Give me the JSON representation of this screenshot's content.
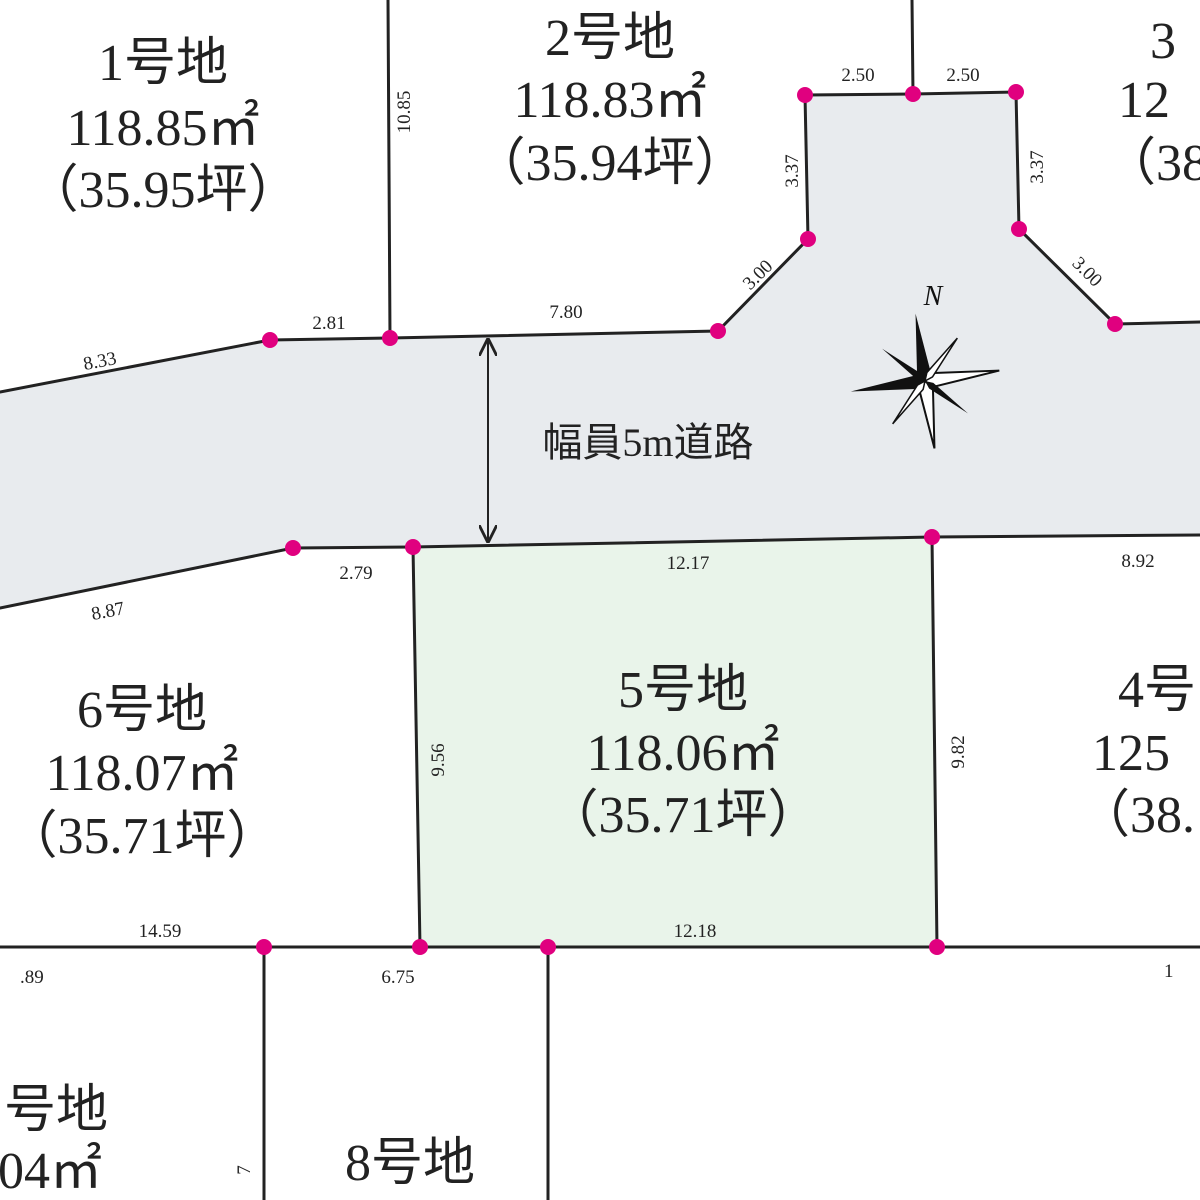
{
  "colors": {
    "road_fill": "#e8ebee",
    "selected_lot_fill": "#e9f4ea",
    "boundary": "#222222",
    "marker": "#e0007f"
  },
  "road": {
    "label": "幅員5m道路"
  },
  "compass": {
    "label": "N"
  },
  "lots": {
    "lot1": {
      "name": "1号地",
      "area": "118.85㎡",
      "tsubo": "（35.95坪）"
    },
    "lot2": {
      "name": "2号地",
      "area": "118.83㎡",
      "tsubo": "（35.94坪）"
    },
    "lot3": {
      "name": "3",
      "area": "12",
      "tsubo": "（38"
    },
    "lot4": {
      "name": "4号",
      "area": "125",
      "tsubo": "（38."
    },
    "lot5": {
      "name": "5号地",
      "area": "118.06㎡",
      "tsubo": "（35.71坪）"
    },
    "lot6": {
      "name": "6号地",
      "area": "118.07㎡",
      "tsubo": "（35.71坪）"
    },
    "lot7": {
      "name": "号地",
      "area": "04㎡"
    },
    "lot8": {
      "name": "8号地"
    }
  },
  "dimensions": {
    "d_10_85": "10.85",
    "d_2_50_a": "2.50",
    "d_2_50_b": "2.50",
    "d_3_37_a": "3.37",
    "d_3_37_b": "3.37",
    "d_3_00_a": "3.00",
    "d_3_00_b": "3.00",
    "d_8_33": "8.33",
    "d_2_81": "2.81",
    "d_7_80": "7.80",
    "d_2_79": "2.79",
    "d_8_87": "8.87",
    "d_12_17": "12.17",
    "d_8_92": "8.92",
    "d_9_56": "9.56",
    "d_9_82": "9.82",
    "d_14_59": "14.59",
    "d_12_18": "12.18",
    "d_0_89": ".89",
    "d_6_75": "6.75",
    "d_1": "1",
    "d_7": "7"
  }
}
